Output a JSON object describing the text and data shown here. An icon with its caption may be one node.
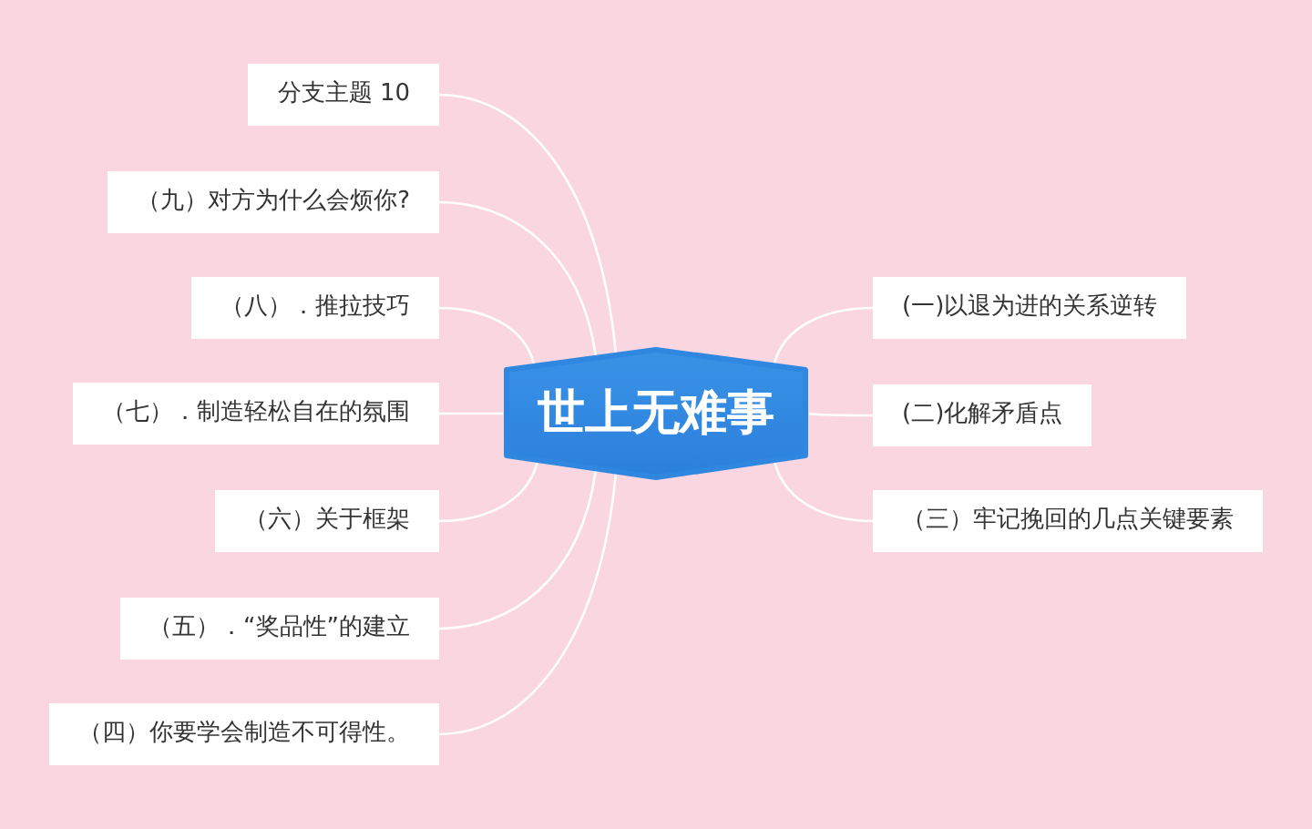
{
  "diagram": {
    "nodes": [
      {
        "text": [
          "世上无难事"
        ]
      },
      {
        "text": [
          "分支主题 10"
        ]
      },
      {
        "text": [
          "（九）对方为什么会烦你?"
        ]
      },
      {
        "text": [
          "（八）．推拉技巧"
        ]
      },
      {
        "text": [
          "（七）．制造轻松自在的氛围"
        ]
      },
      {
        "text": [
          "（六）关于框架"
        ]
      },
      {
        "text": [
          "（五）．“奖品性”的建立"
        ]
      },
      {
        "text": [
          "（四）你要学会制造不可得性。"
        ]
      },
      {
        "text": [
          "(一)以退为进的关系逆转"
        ]
      },
      {
        "text": [
          "(二)化解矛盾点"
        ]
      },
      {
        "text": [
          "（三）牢记挽回的几点关键要素"
        ]
      }
    ],
    "edges": [
      {
        "from": 0,
        "to": 1,
        "arrow": "none"
      },
      {
        "from": 0,
        "to": 2,
        "arrow": "none"
      },
      {
        "from": 0,
        "to": 3,
        "arrow": "none"
      },
      {
        "from": 0,
        "to": 4,
        "arrow": "none"
      },
      {
        "from": 0,
        "to": 5,
        "arrow": "none"
      },
      {
        "from": 0,
        "to": 6,
        "arrow": "none"
      },
      {
        "from": 0,
        "to": 7,
        "arrow": "none"
      },
      {
        "from": 0,
        "to": 8,
        "arrow": "none"
      },
      {
        "from": 0,
        "to": 9,
        "arrow": "none"
      },
      {
        "from": 0,
        "to": 10,
        "arrow": "none"
      }
    ]
  }
}
